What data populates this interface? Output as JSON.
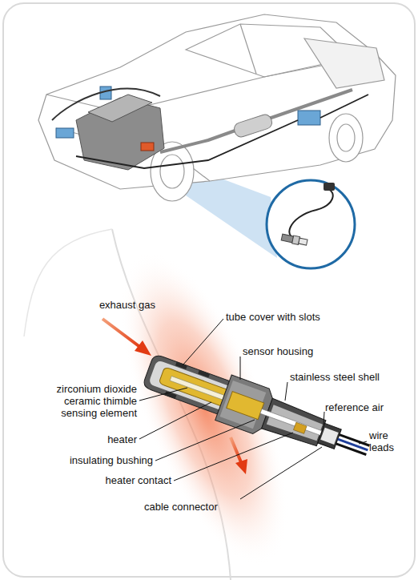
{
  "diagram": {
    "labels": [
      "exhaust gas",
      "tube cover with slots",
      "sensor housing",
      "stainless steel shell",
      "zirconium dioxide ceramic thimble sensing element",
      "reference air",
      "wire leads",
      "heater",
      "insulating bushing",
      "heater contact",
      "cable connector"
    ]
  }
}
